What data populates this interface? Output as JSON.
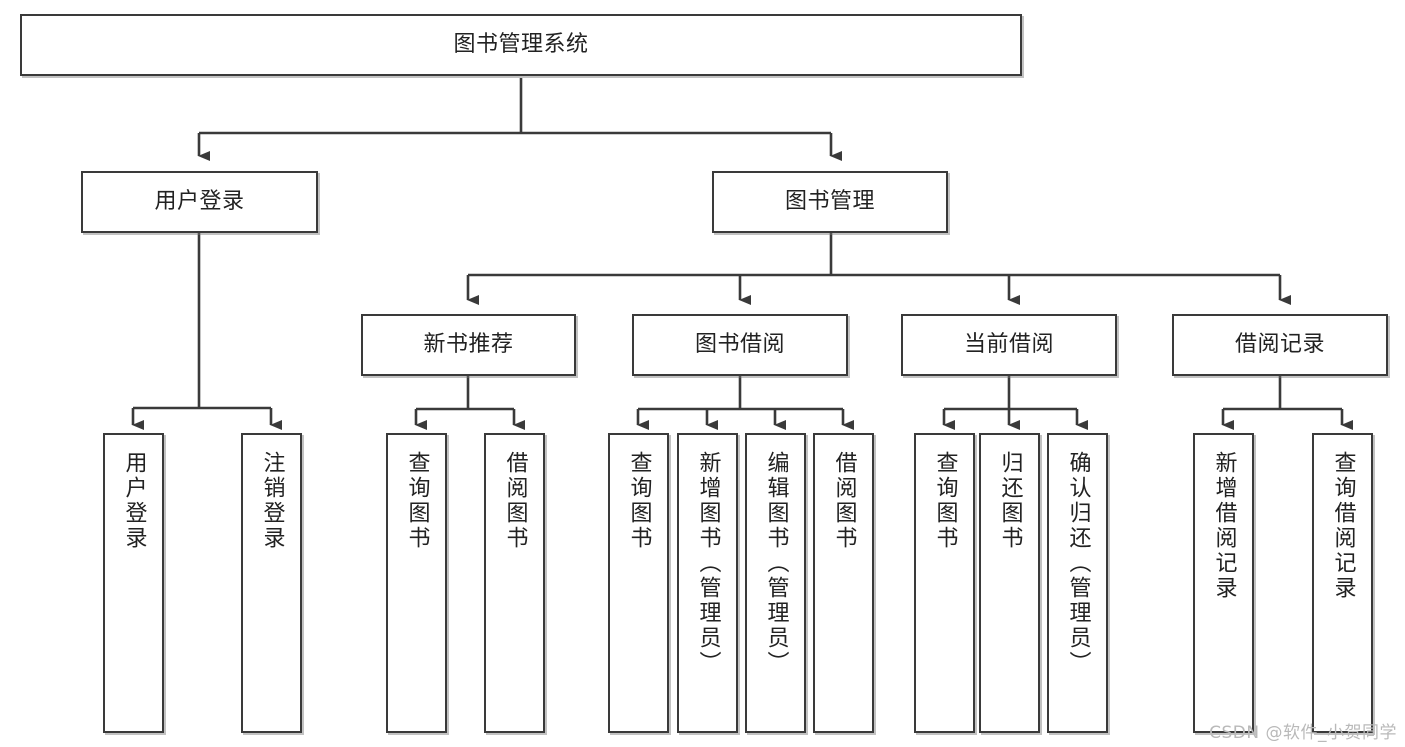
{
  "diagram": {
    "title": "图书管理系统",
    "type": "functional-structure-tree",
    "watermark": "CSDN @软件_小贺同学",
    "colors": {
      "box_border": "#3a3a3a",
      "box_fill": "#ffffff",
      "edge": "#3a3a3a",
      "text": "#222222",
      "watermark": "#b9b9b9"
    },
    "nodes": {
      "root": "图书管理系统",
      "level2": {
        "user_login": "用户登录",
        "book_manage": "图书管理"
      },
      "level3": {
        "new_book_recommend": "新书推荐",
        "book_borrow": "图书借阅",
        "current_borrow": "当前借阅",
        "borrow_record": "借阅记录"
      },
      "leaves": {
        "login_user_login": "用户登录",
        "login_logout": "注销登录",
        "rec_query_book": "查询图书",
        "rec_borrow_book": "借阅图书",
        "borrow_query_book": "查询图书",
        "borrow_add_book": "新增图书（管理员）",
        "borrow_edit_book": "编辑图书（管理员）",
        "borrow_borrow_book": "借阅图书",
        "cur_query_book": "查询图书",
        "cur_return_book": "归还图书",
        "cur_confirm_return": "确认归还（管理员）",
        "rec_add_record": "新增借阅记录",
        "rec_query_record": "查询借阅记录"
      }
    },
    "edges": [
      {
        "from": "图书管理系统",
        "to": "用户登录"
      },
      {
        "from": "图书管理系统",
        "to": "图书管理"
      },
      {
        "from": "用户登录",
        "to": "用户登录"
      },
      {
        "from": "用户登录",
        "to": "注销登录"
      },
      {
        "from": "图书管理",
        "to": "新书推荐"
      },
      {
        "from": "图书管理",
        "to": "图书借阅"
      },
      {
        "from": "图书管理",
        "to": "当前借阅"
      },
      {
        "from": "图书管理",
        "to": "借阅记录"
      },
      {
        "from": "新书推荐",
        "to": "查询图书"
      },
      {
        "from": "新书推荐",
        "to": "借阅图书"
      },
      {
        "from": "图书借阅",
        "to": "查询图书"
      },
      {
        "from": "图书借阅",
        "to": "新增图书（管理员）"
      },
      {
        "from": "图书借阅",
        "to": "编辑图书（管理员）"
      },
      {
        "from": "图书借阅",
        "to": "借阅图书"
      },
      {
        "from": "当前借阅",
        "to": "查询图书"
      },
      {
        "from": "当前借阅",
        "to": "归还图书"
      },
      {
        "from": "当前借阅",
        "to": "确认归还（管理员）"
      },
      {
        "from": "借阅记录",
        "to": "新增借阅记录"
      },
      {
        "from": "借阅记录",
        "to": "查询借阅记录"
      }
    ]
  }
}
